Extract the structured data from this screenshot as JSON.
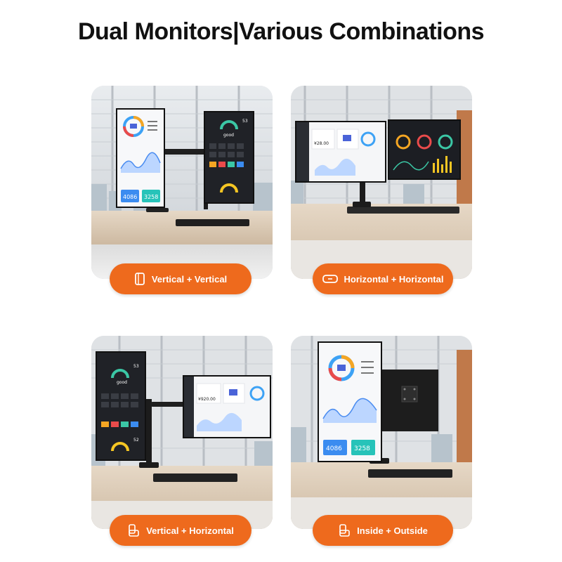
{
  "title": "Dual Monitors|Various Combinations",
  "colors": {
    "accent": "#ee6a1d",
    "title": "#111111"
  },
  "cards": [
    {
      "label": "Vertical + Vertical",
      "icon": "portrait-monitor-icon"
    },
    {
      "label": "Horizontal + Horizontal",
      "icon": "landscape-monitor-icon"
    },
    {
      "label": "Vertical + Horizontal",
      "icon": "rotate-monitor-icon"
    },
    {
      "label": "Inside + Outside",
      "icon": "rotate-monitor-icon"
    }
  ],
  "screens": {
    "stat_a": "4086",
    "stat_b": "3258",
    "value_label": "¥28.00",
    "value_label_alt": "¥920.00",
    "status_word": "good",
    "status_num": "53",
    "status_num_alt": "52"
  }
}
